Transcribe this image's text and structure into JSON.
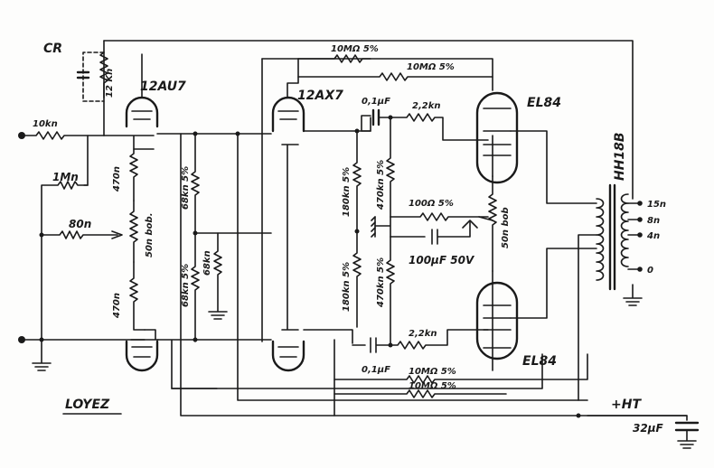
{
  "labels": {
    "cr": "CR",
    "r_12k": "12 Kn",
    "tube_12au7": "12AU7",
    "tube_12ax7": "12AX7",
    "r_10k_in": "10kn",
    "r_1m": "1Mn",
    "r_80": "80n",
    "r_470_top": "470n",
    "pot_50": "50n bob.",
    "r_470_bot": "470n",
    "r_68k_top": "68kn 5%",
    "r_68k_bot": "68kn 5%",
    "r_68k_grid": "68kn",
    "r_10m_top": "10MΩ 5%",
    "r_10m_mid": "10MΩ 5%",
    "cap_01_top": "0,1µF",
    "cap_01_bot": "0,1µF",
    "r_22k_top": "2,2kn",
    "r_22k_bot": "2,2kn",
    "r_180k_top": "180kn 5%",
    "r_180k_bot": "180kn 5%",
    "r_470k_top": "470kn 5%",
    "r_470k_bot": "470kn 5%",
    "r_100": "100Ω 5%",
    "cap_100u": "100µF 50V",
    "pot_50_out": "50n bob",
    "tube_el84_top": "EL84",
    "tube_el84_bot": "EL84",
    "transformer": "HH18B",
    "tap_15": "15n",
    "tap_8": "8n",
    "tap_4": "4n",
    "tap_0": "0",
    "r_10m_bot1": "10MΩ 5%",
    "r_10m_bot2": "10MΩ 5%",
    "ht": "+HT",
    "cap_32": "32µF",
    "brand": "LOYEZ"
  }
}
